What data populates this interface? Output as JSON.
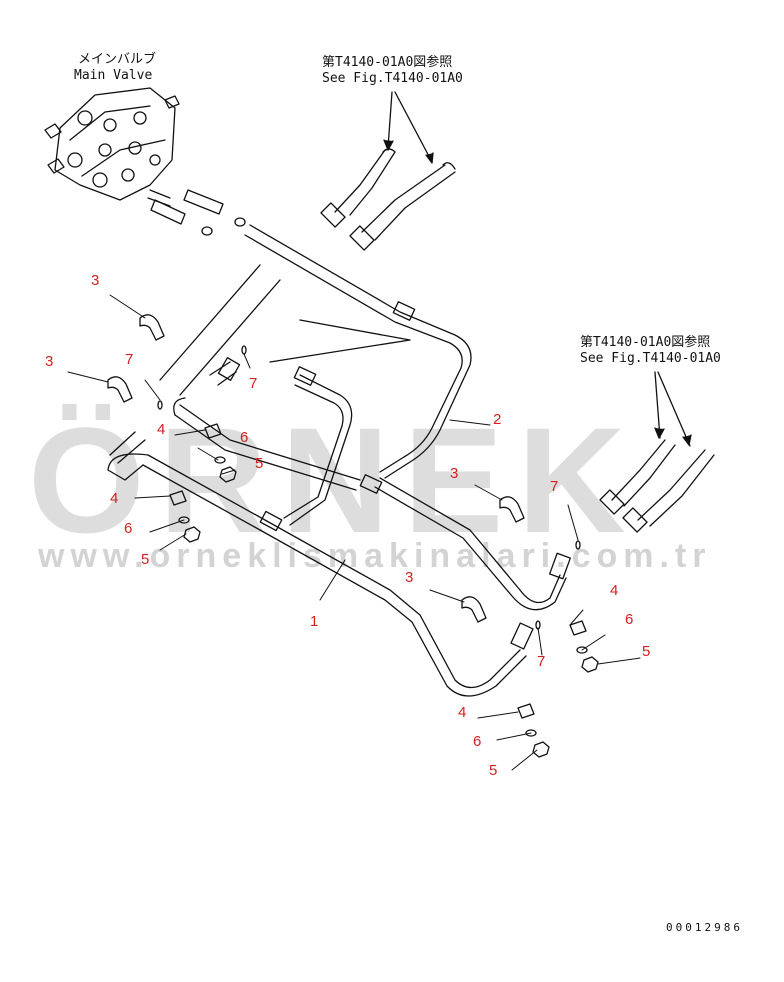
{
  "labels": {
    "main_valve_jp": "メインバルブ",
    "main_valve_en": "Main Valve",
    "ref_top_jp": "第T4140-01A0図参照",
    "ref_top_en": "See Fig.T4140-01A0",
    "ref_right_jp": "第T4140-01A0図参照",
    "ref_right_en": "See Fig.T4140-01A0"
  },
  "callouts": [
    "1",
    "2",
    "3",
    "3",
    "3",
    "3",
    "4",
    "4",
    "4",
    "4",
    "5",
    "5",
    "5",
    "5",
    "6",
    "6",
    "6",
    "6",
    "7",
    "7",
    "7",
    "7"
  ],
  "watermark": {
    "brand": "ÖRNEK",
    "url": "www.orneklismakinalari.com.tr",
    "color": "#d8d8d8"
  },
  "drawing_number": "00012986",
  "colors": {
    "line": "#111111",
    "callout": "#d42020"
  }
}
